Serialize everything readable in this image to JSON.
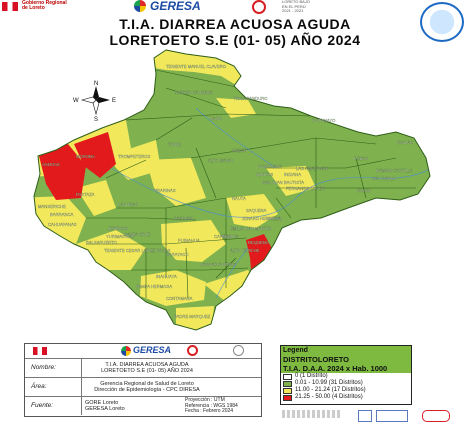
{
  "header": {
    "gob_line1": "Gobierno Regional",
    "gob_line2": "de Loreto",
    "geresa": "GERESA",
    "small_line1": "LORETO BAJO",
    "small_line2": "EN EL PERÚ",
    "small_line3": "2021 - 2021"
  },
  "title_line1": "T.I.A. DIARREA ACUOSA AGUDA",
  "title_line2": "LORETOETO S.E (01- 05) AÑO  2024",
  "compass": {
    "N": "N",
    "S": "S",
    "E": "E",
    "W": "W"
  },
  "districts": [
    {
      "name": "TENIENTE MANUEL CLAVERO",
      "class": "c2"
    },
    {
      "name": "TORRES CAUSANA",
      "class": "c1"
    },
    {
      "name": "ROSA PANDURO",
      "class": "c1"
    },
    {
      "name": "NAPO",
      "class": "c1"
    },
    {
      "name": "PUTUMAYO",
      "class": "c1"
    },
    {
      "name": "YAGUAS",
      "class": "c1"
    },
    {
      "name": "TROMPETEROS",
      "class": "c1"
    },
    {
      "name": "TIGRE",
      "class": "c1"
    },
    {
      "name": "MAZAN",
      "class": "c1"
    },
    {
      "name": "ALTO NANAY",
      "class": "c1"
    },
    {
      "name": "PUNCHANA",
      "class": "c1"
    },
    {
      "name": "LAS AMAZONAS",
      "class": "c1"
    },
    {
      "name": "PEBAS",
      "class": "c1"
    },
    {
      "name": "IQUITOS",
      "class": "c1"
    },
    {
      "name": "INDIANA",
      "class": "c1"
    },
    {
      "name": "RAMON CASTILLA",
      "class": "c1"
    },
    {
      "name": "SAN PABLO",
      "class": "c1"
    },
    {
      "name": "SAN JUAN BAUTISTA",
      "class": "c1"
    },
    {
      "name": "FERNANDO LORES",
      "class": "c1"
    },
    {
      "name": "YAVARI",
      "class": "c1"
    },
    {
      "name": "URARINAS",
      "class": "c1"
    },
    {
      "name": "NAUTA",
      "class": "c1"
    },
    {
      "name": "PASTAZA",
      "class": "c1"
    },
    {
      "name": "MANSERICHE",
      "class": "c1"
    },
    {
      "name": "BARRANCA",
      "class": "c1"
    },
    {
      "name": "CAHUAPANAS",
      "class": "c1"
    },
    {
      "name": "LAGUNAS",
      "class": "c1"
    },
    {
      "name": "JEBEROS",
      "class": "c1"
    },
    {
      "name": "YURIMAGUAS",
      "class": "c1"
    },
    {
      "name": "SANTA CRUZ",
      "class": "c1"
    },
    {
      "name": "BALSAPUERTO",
      "class": "c1"
    },
    {
      "name": "TENIENTE CESAR LOPEZ ROJAS",
      "class": "c1"
    },
    {
      "name": "PARINARI",
      "class": "c1"
    },
    {
      "name": "SAQUENA",
      "class": "c1"
    },
    {
      "name": "REQUENA",
      "class": "c3"
    },
    {
      "name": "EMILIO SAN MARTIN",
      "class": "c1"
    },
    {
      "name": "MAQUIA",
      "class": "c1"
    },
    {
      "name": "PUINAHUA",
      "class": "c1"
    },
    {
      "name": "SARAYACU",
      "class": "c1"
    },
    {
      "name": "ALTO TAPICHE",
      "class": "c1"
    },
    {
      "name": "SOPLIN",
      "class": "c1"
    },
    {
      "name": "VARGAS GUERRA",
      "class": "c1"
    },
    {
      "name": "PAMPA HERMOSA",
      "class": "c1"
    },
    {
      "name": "CONTAMANA",
      "class": "c1"
    },
    {
      "name": "PADRE MARQUEZ",
      "class": "c1"
    },
    {
      "name": "INAHUAYA",
      "class": "c1"
    },
    {
      "name": "CAPELO",
      "class": "c1"
    },
    {
      "name": "JENARO HERRERA",
      "class": "c1"
    },
    {
      "name": "MORONA",
      "class": "c3"
    },
    {
      "name": "ANDOAS",
      "class": "c3"
    }
  ],
  "legend": {
    "head": "Legend",
    "title1": "DISTRITOLORETO",
    "title2": "T.I.A. D.A.A. 2024 x Hab. 1000",
    "items": [
      {
        "label": "0 (1 Distrito)",
        "color": "#ffffff"
      },
      {
        "label": "0.01 - 10.99 (31 Distritos)",
        "color": "#7fb14f"
      },
      {
        "label": "11.00 - 21.24 (17 Distritos)",
        "color": "#f2e85c"
      },
      {
        "label": "21.25 - 50.00 (4 Distritos)",
        "color": "#e31a1c"
      }
    ]
  },
  "info": {
    "nombre_label": "Nombre:",
    "nombre_1": "T.I.A. DIARREA ACUOSA AGUDA",
    "nombre_2": "LORETOETO S.E (01- 05) AÑO  2024",
    "area_label": "Área:",
    "area_1": "Gerencia Regional de Salud de Loreto",
    "area_2": "Dirección de Epidemiología - CPC DIRESA",
    "fuente_label": "Fuente:",
    "fuente_1": "GORE Loreto",
    "fuente_2": "GERESA Loreto",
    "proj_1": "Proyección : UTM",
    "proj_2": "Referencia : WGS 1984",
    "proj_3": "Fecha : Febrero 2024",
    "geresa": "GERESA"
  },
  "colors": {
    "c1": "#7fb14f",
    "c2": "#f2e85c",
    "c3": "#e31a1c",
    "border": "#2e5e17"
  }
}
